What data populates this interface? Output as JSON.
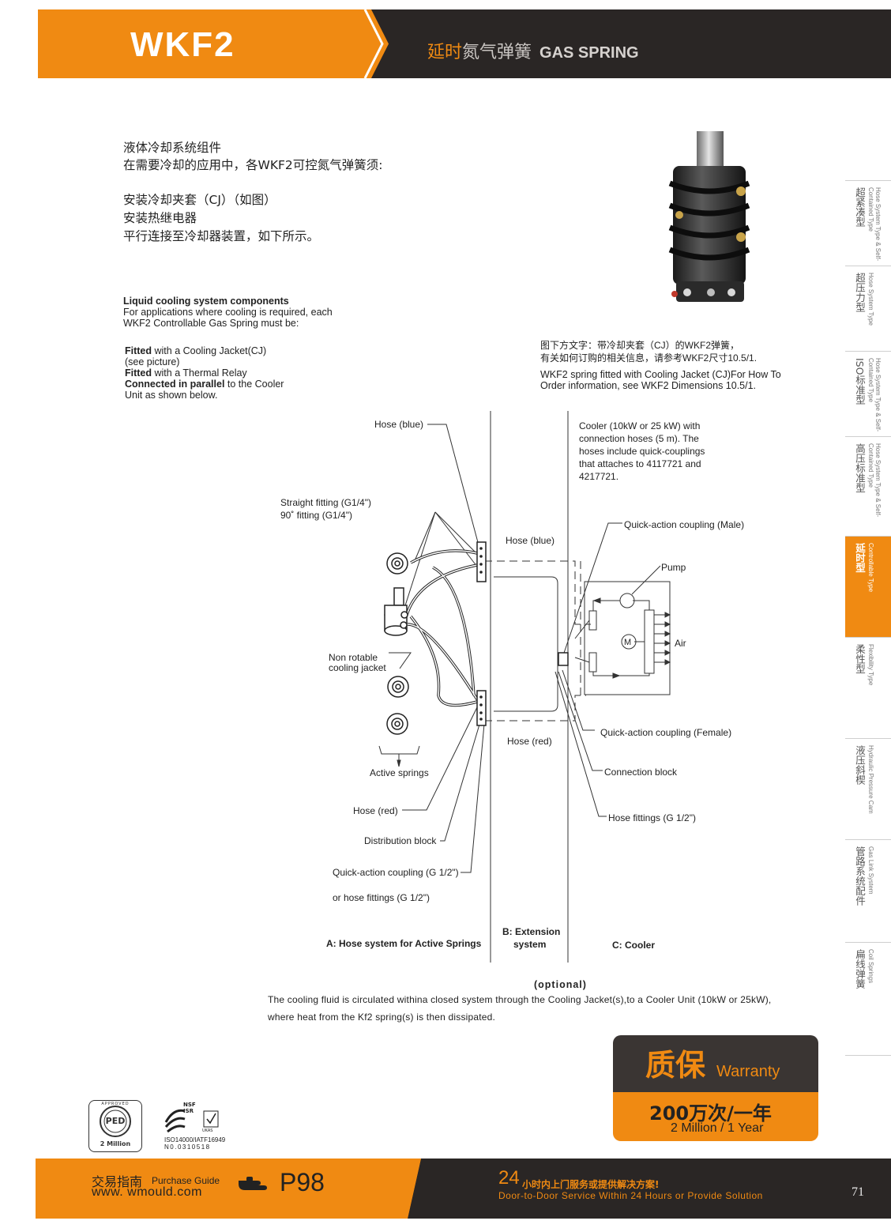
{
  "header": {
    "model": "WKF2",
    "title_cn_accent": "延时",
    "title_cn_rest": "氮气弹簧",
    "title_en": "GAS SPRING"
  },
  "intro_cn": {
    "line1": "液体冷却系统组件",
    "line2": "在需要冷却的应用中，各WKF2可控氮气弹簧须:",
    "line3": "安装冷却夹套（CJ）（如图）",
    "line4": "安装热继电器",
    "line5": "平行连接至冷却器装置，如下所示。"
  },
  "intro_en": {
    "heading": "Liquid cooling system components",
    "line1": "For applications where cooling is required, each",
    "line2": "WKF2 Controllable Gas Spring must be:",
    "fitted1_bold": "Fitted",
    "fitted1_rest": " with a Cooling Jacket(CJ)",
    "see_picture": "(see picture)",
    "fitted2_bold": "Fitted",
    "fitted2_rest": " with a Thermal Relay",
    "connected_bold": "Connected in parallel",
    "connected_rest": " to the Cooler",
    "unit_line": "Unit as shown below."
  },
  "caption": {
    "cn1": "图下方文字：带冷却夹套（CJ）的WKF2弹簧，",
    "cn2": "有关如何订购的相关信息，请参考WKF2尺寸10.5/1.",
    "en1": "WKF2 spring fitted with Cooling Jacket (CJ)For How To",
    "en2": "Order information, see WKF2 Dimensions 10.5/1."
  },
  "diagram": {
    "hose_blue_top": "Hose (blue)",
    "cooler_note": [
      "Cooler (10kW or 25 kW) with",
      "connection hoses (5 m). The",
      "hoses include quick-couplings",
      "that attaches to 4117721 and",
      "4217721."
    ],
    "straight_fitting": "Straight fitting (G1/4\")",
    "fitting_90": "90˚ fitting (G1/4\")",
    "qa_male": "Quick-action coupling (Male)",
    "hose_blue_mid": "Hose (blue)",
    "pump": "Pump",
    "motor": "M",
    "air": "Air",
    "non_rotable1": "Non rotable",
    "non_rotable2": "cooling jacket",
    "hose_red_mid": "Hose (red)",
    "qa_female": "Quick-action coupling (Female)",
    "active_springs": "Active springs",
    "connection_block": "Connection block",
    "hose_red_low": "Hose (red)",
    "hose_fittings_c": "Hose fittings (G 1/2\")",
    "distribution_block": "Distribution block",
    "qa_coupling_a": "Quick-action coupling (G 1/2\")",
    "hose_fittings_a": "or hose fittings (G 1/2\")",
    "section_a": "A: Hose system for Active Springs",
    "section_b1": "B: Extension",
    "section_b2": "system",
    "section_c": "C: Cooler"
  },
  "optional": {
    "label": "(optional)",
    "line1": "The cooling fluid is circulated withina closed system through the Cooling Jacket(s),to a Cooler Unit (10kW or 25kW),",
    "line2": "where heat from the Kf2 spring(s) is then dissipated."
  },
  "side_tabs": [
    {
      "cn": "超紧凑型",
      "en": "Hose System Type & Self-Contained Type",
      "active": false
    },
    {
      "cn": "超压力型",
      "en": "Hose System Type",
      "active": false
    },
    {
      "cn": "ISO标准型",
      "en": "Hose System Type & Self-Contained Type",
      "active": false
    },
    {
      "cn": "高压标准型",
      "en": "Hose System Type & Self-Contained Type",
      "active": false
    },
    {
      "cn": "延时型",
      "en": "Controllable Type",
      "active": true
    },
    {
      "cn": "柔性型",
      "en": "Flexibility Type",
      "active": false
    },
    {
      "cn": "液压斜楔",
      "en": "Hydraulic Pressure Cam",
      "active": false
    },
    {
      "cn": "管路系统配件",
      "en": "Gas Link System",
      "active": false
    },
    {
      "cn": "扁线弹簧",
      "en": "Coil Springs",
      "active": false
    }
  ],
  "warranty": {
    "cn": "质保",
    "en": "Warranty",
    "value_cn": "200万次/一年",
    "value_en": "2 Million / 1 Year"
  },
  "certs": {
    "ped_top": "APPROVED",
    "ped": "PED",
    "ped_bottom": "2 Million",
    "nsf": "NSF",
    "isr": "ISR",
    "ukas": "UKAS",
    "iso": "ISO14000/IATF16949",
    "number": "N0.0310518"
  },
  "footer": {
    "purchase_cn": "交易指南",
    "purchase_en": "Purchase Guide",
    "website": "www. wmould.com",
    "page_ref": "P98",
    "service_num": "24",
    "service_cn": "小时内上门服务或提供解决方案!",
    "service_en": "Door-to-Door Service Within 24 Hours or Provide Solution",
    "page_number": "71"
  },
  "colors": {
    "accent": "#f08a12",
    "dark": "#2a2625"
  }
}
